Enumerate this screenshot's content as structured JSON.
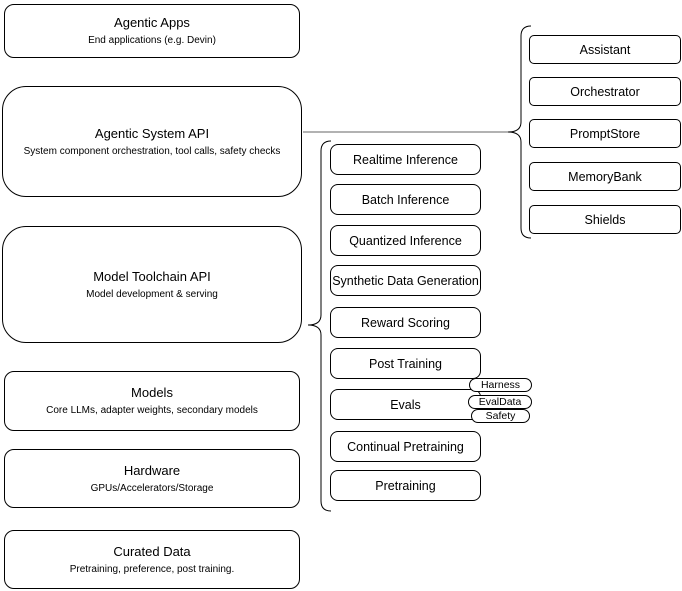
{
  "diagram": {
    "left_stack": [
      {
        "title": "Agentic Apps",
        "subtitle": "End applications (e.g. Devin)"
      },
      {
        "title": "Agentic System API",
        "subtitle": "System component orchestration, tool calls, safety checks"
      },
      {
        "title": "Model Toolchain API",
        "subtitle": "Model development & serving"
      },
      {
        "title": "Models",
        "subtitle": "Core LLMs, adapter weights, secondary models"
      },
      {
        "title": "Hardware",
        "subtitle": "GPUs/Accelerators/Storage"
      },
      {
        "title": "Curated Data",
        "subtitle": "Pretraining, preference, post training."
      }
    ],
    "toolchain_services": [
      "Realtime Inference",
      "Batch Inference",
      "Quantized Inference",
      "Synthetic Data Generation",
      "Reward Scoring",
      "Post Training",
      "Evals",
      "Continual Pretraining",
      "Pretraining"
    ],
    "eval_tags": [
      "Harness",
      "EvalData",
      "Safety"
    ],
    "system_components": [
      "Assistant",
      "Orchestrator",
      "PromptStore",
      "MemoryBank",
      "Shields"
    ],
    "colors": {
      "node_stroke": "#000000",
      "node_fill": "#ffffff",
      "connector": "#666666"
    }
  }
}
